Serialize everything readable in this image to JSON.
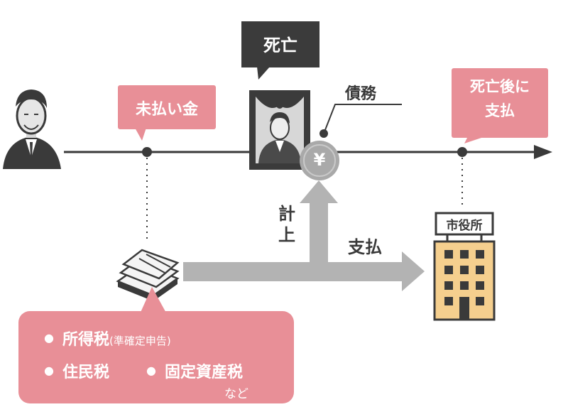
{
  "labels": {
    "death": "死亡",
    "unpaid": "未払い金",
    "debt": "債務",
    "after_death_line1": "死亡後に",
    "after_death_line2": "支払",
    "recorded": "計上",
    "payment": "支払",
    "city_office": "市役所",
    "yen": "¥"
  },
  "taxes": {
    "income_tax": "所得税",
    "income_tax_note": "(準確定申告)",
    "resident_tax": "住民税",
    "property_tax": "固定資産税",
    "etc": "など"
  },
  "colors": {
    "pink": "#e88f97",
    "dark": "#3b3b3b",
    "gray_arrow": "#b3b3b3",
    "building": "#f5cf8e",
    "line": "#3a3a3a"
  }
}
